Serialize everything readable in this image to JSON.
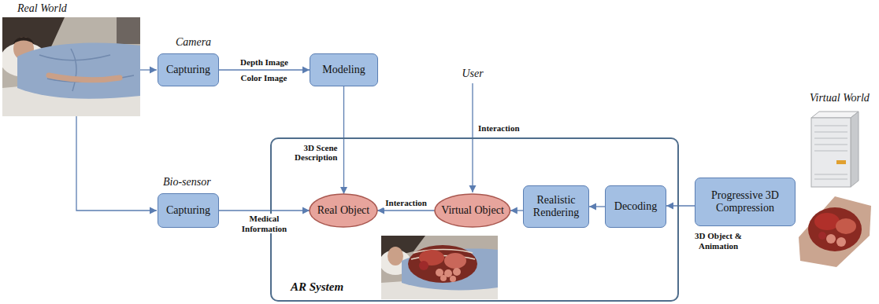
{
  "diagram": {
    "nodes": [
      {
        "text": [
          "Camera",
          "Capturing"
        ]
      },
      {
        "text": [
          "Modeling"
        ]
      },
      {
        "text": [
          "AR System"
        ]
      },
      {
        "text": [
          "Bio-sensor",
          "Capturing"
        ]
      },
      {
        "text": [
          "Real Object"
        ],
        "in": 2
      },
      {
        "text": [
          "Virtual Object"
        ],
        "in": 2
      },
      {
        "text": [
          "Realistic Rendering"
        ],
        "in": 2
      },
      {
        "text": [
          "Decoding"
        ],
        "in": 2
      },
      {
        "text": [
          "Progressive 3D Compression"
        ]
      }
    ],
    "edges": [
      {
        "from": 0,
        "to": 1,
        "label": "Depth Image",
        "arrow": "to"
      },
      {
        "from": 1,
        "to": 4,
        "label": "3D Scene Description",
        "arrow": "to"
      },
      {
        "from": 3,
        "to": 4,
        "label": "Medical Information",
        "arrow": "to"
      },
      {
        "from": 5,
        "to": 4,
        "label": "Interaction",
        "arrow": "to"
      },
      {
        "from": 6,
        "to": 5,
        "arrow": "to"
      },
      {
        "from": 7,
        "to": 6,
        "arrow": "to"
      },
      {
        "from": 8,
        "to": 7,
        "arrow": "to"
      }
    ],
    "labels": [
      "Real World",
      "Color Image",
      "User",
      "Interaction",
      "Virtual World",
      "3D Object & Animation"
    ]
  }
}
